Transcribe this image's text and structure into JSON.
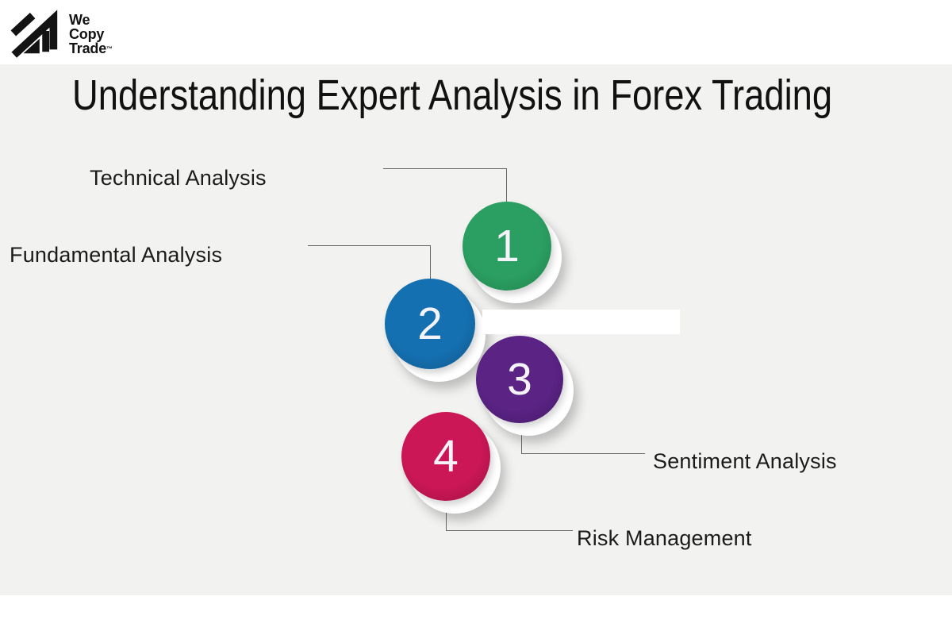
{
  "logo": {
    "line1": "We",
    "line2": "Copy",
    "line3": "Trade",
    "trademark": "™",
    "icon": "we-copy-trade-logo-icon",
    "color": "#131313"
  },
  "title": "Understanding Expert Analysis in Forex Trading",
  "diagram": {
    "type": "numbered-steps-infographic",
    "connector_color": "#686868",
    "steps": [
      {
        "number": "1",
        "label": "Technical Analysis",
        "color": "#2b9e61",
        "rim": "#238b52"
      },
      {
        "number": "2",
        "label": "Fundamental Analysis",
        "color": "#1570b1",
        "rim": "#115e94"
      },
      {
        "number": "3",
        "label": "Sentiment Analysis",
        "color": "#5a2384",
        "rim": "#4b1c6f"
      },
      {
        "number": "4",
        "label": "Risk Management",
        "color": "#cb1756",
        "rim": "#a91247"
      }
    ]
  },
  "colors": {
    "header_background": "#ffffff",
    "stage_background": "#f2f2f1",
    "title_text": "#111111",
    "label_text": "#1b1b1b",
    "number_text": "#f5f3fa"
  }
}
